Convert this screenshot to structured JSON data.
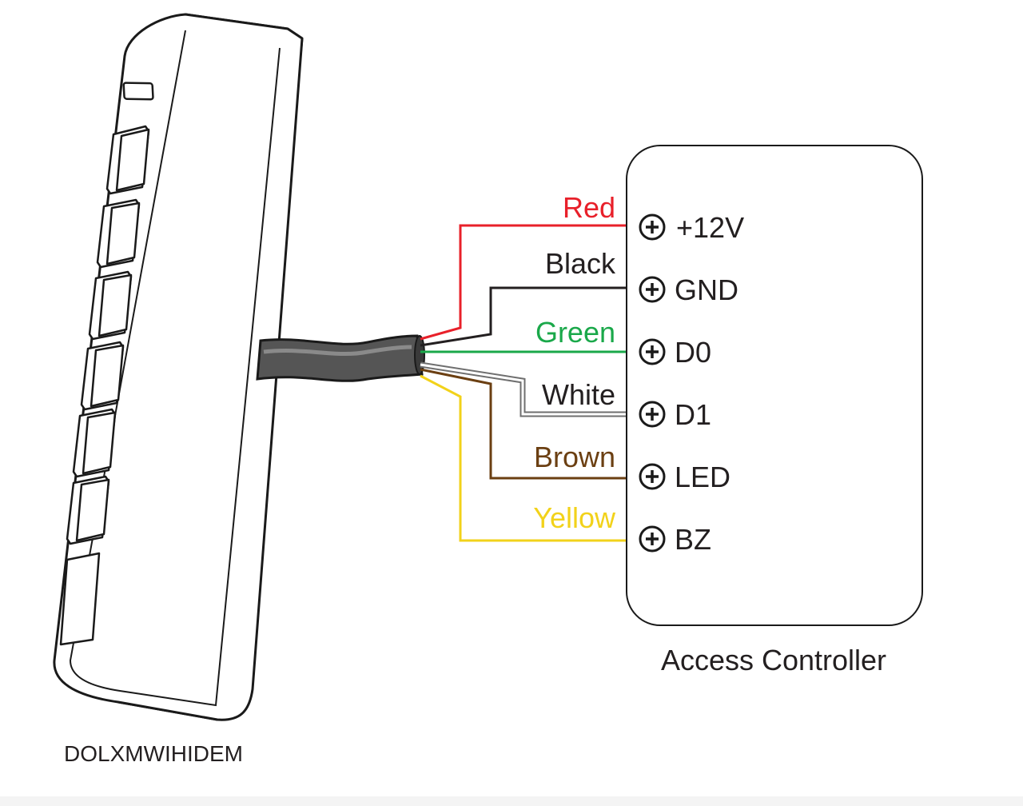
{
  "device": {
    "model_label": "DOLXMWIHIDEM"
  },
  "controller": {
    "title": "Access Controller"
  },
  "wires": [
    {
      "id": "red",
      "label": "Red",
      "color": "#e8202a",
      "terminal": "+12V"
    },
    {
      "id": "black",
      "label": "Black",
      "color": "#231f20",
      "terminal": "GND"
    },
    {
      "id": "green",
      "label": "Green",
      "color": "#1aa84a",
      "terminal": "D0"
    },
    {
      "id": "white",
      "label": "White",
      "color": "#7a7a7a",
      "terminal": "D1"
    },
    {
      "id": "brown",
      "label": "Brown",
      "color": "#6b3f12",
      "terminal": "LED"
    },
    {
      "id": "yellow",
      "label": "Yellow",
      "color": "#f2d21a",
      "terminal": "BZ"
    }
  ]
}
